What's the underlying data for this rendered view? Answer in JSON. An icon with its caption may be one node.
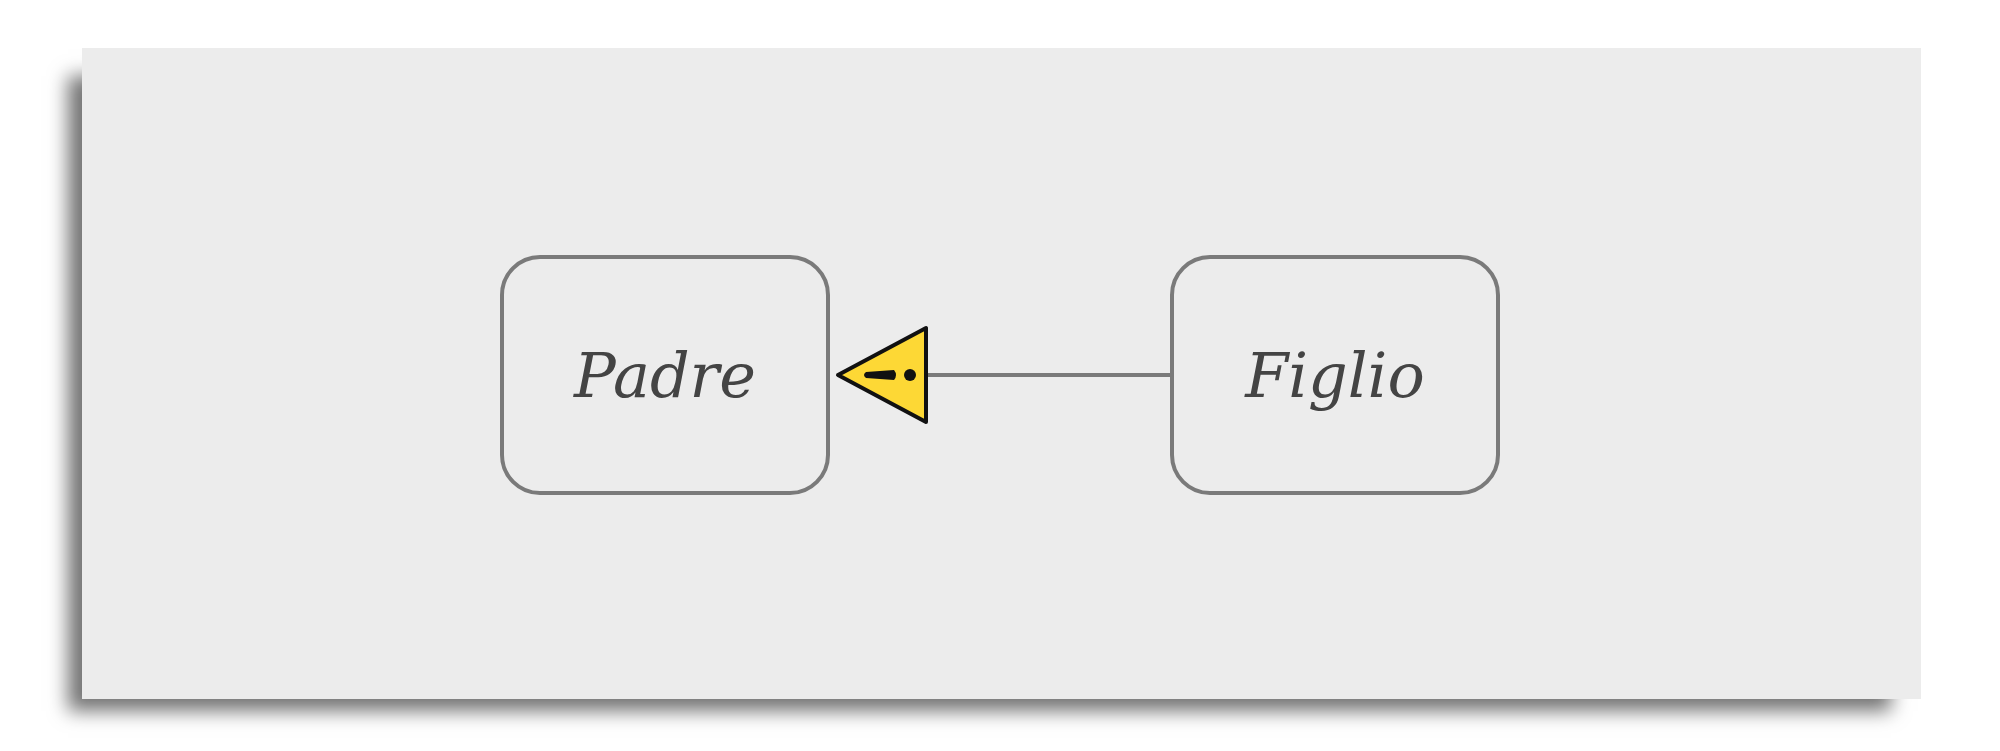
{
  "diagram": {
    "nodes": [
      {
        "text": [
          "Padre"
        ]
      },
      {
        "text": [
          "Figlio"
        ]
      }
    ],
    "edges": [
      {
        "from": 1,
        "to": 0,
        "arrow": "to"
      }
    ]
  }
}
